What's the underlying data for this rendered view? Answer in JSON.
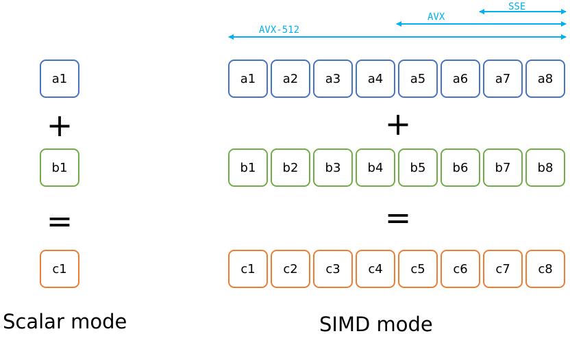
{
  "scalar": {
    "a": "a1",
    "b": "b1",
    "c": "c1",
    "plus": "+",
    "equals": "=",
    "caption": "Scalar mode"
  },
  "simd": {
    "a": [
      "a1",
      "a2",
      "a3",
      "a4",
      "a5",
      "a6",
      "a7",
      "a8"
    ],
    "b": [
      "b1",
      "b2",
      "b3",
      "b4",
      "b5",
      "b6",
      "b7",
      "b8"
    ],
    "c": [
      "c1",
      "c2",
      "c3",
      "c4",
      "c5",
      "c6",
      "c7",
      "c8"
    ],
    "plus": "+",
    "equals": "=",
    "caption": "SIMD mode"
  },
  "ranges": {
    "sse": "SSE",
    "avx": "AVX",
    "avx512": "AVX-512"
  },
  "colors": {
    "a_border": "#4472c4",
    "b_border": "#70ad47",
    "c_border": "#ed7d31",
    "arrow": "#00b0f0"
  }
}
